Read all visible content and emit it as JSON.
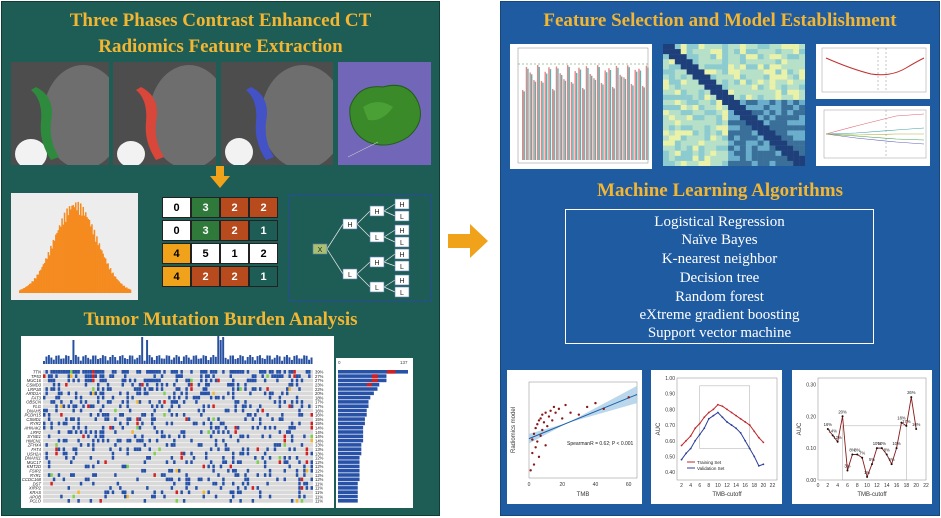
{
  "left_panel": {
    "title_line1": "Three Phases Contrast Enhanced CT",
    "title_line2": "Radiomics Feature Extraction",
    "section2_title": "Tumor Mutation Burden Analysis",
    "matrix": [
      [
        "0",
        "3",
        "2",
        "2"
      ],
      [
        "0",
        "3",
        "2",
        "1"
      ],
      [
        "4",
        "5",
        "1",
        "2"
      ],
      [
        "4",
        "2",
        "2",
        "1"
      ]
    ],
    "matrix_colors": [
      [
        "#ffffff",
        "#2f7a3a",
        "#b84b1d",
        "#b84b1d"
      ],
      [
        "#ffffff",
        "#2f7a3a",
        "#b84b1d",
        "#1e5d55"
      ],
      [
        "#f0a21a",
        "#ffffff",
        "#ffffff",
        "#ffffff"
      ],
      [
        "#f0a21a",
        "#b84b1d",
        "#b84b1d",
        "#1e5d55"
      ]
    ],
    "tree": {
      "root": "X",
      "level1": [
        "H",
        "L"
      ],
      "level2": [
        "H",
        "L",
        "H",
        "L"
      ],
      "level3": [
        "H",
        "L",
        "H",
        "L",
        "H",
        "L",
        "H",
        "L"
      ]
    },
    "oncoplot_genes": [
      "TTN",
      "TP53",
      "MUC16",
      "CSMD3",
      "LRP1B",
      "ARID1A",
      "FAT3",
      "OBSCN",
      "FLG",
      "DNAH5",
      "PCDH15",
      "CSMD1",
      "RYR2",
      "AHNAK2",
      "LRP2",
      "SYNE1",
      "HMCN1",
      "ZFHX4",
      "FAT4",
      "USH2A",
      "DNAH11",
      "MUC17",
      "KMT2D",
      "FSIP2",
      "RYR1",
      "CCDC168",
      "DST",
      "XIRP2",
      "KRAS",
      "APOB",
      "PCLO"
    ],
    "oncoplot_pcts": [
      "39%",
      "27%",
      "27%",
      "23%",
      "22%",
      "20%",
      "18%",
      "17%",
      "17%",
      "16%",
      "16%",
      "15%",
      "15%",
      "14%",
      "14%",
      "14%",
      "14%",
      "13%",
      "13%",
      "13%",
      "12%",
      "12%",
      "12%",
      "12%",
      "12%",
      "12%",
      "11%",
      "11%",
      "11%",
      "11%",
      "11%"
    ],
    "oncoplot_axis": [
      "0",
      "137"
    ]
  },
  "right_panel": {
    "title": "Feature Selection and Model Establishment",
    "ml_title": "Machine Learning Algorithms",
    "algorithms": [
      "Logistical Regression",
      "Naïve Bayes",
      "K-nearest neighbor",
      "Decision tree",
      "Random forest",
      "eXtreme gradient boosting",
      "Support vector machine"
    ]
  },
  "colors": {
    "left_bg": "#1e5d55",
    "right_bg": "#1f5ba1",
    "title_gold": "#f2b632",
    "arrow_orange": "#f0a21a"
  },
  "chart_data": [
    {
      "type": "scatter",
      "xlabel": "TMB",
      "ylabel": "Radiomics model",
      "annotation": "SpearmanR = 0.62; P < 0.001",
      "x_ticks": [
        "0",
        "20",
        "40",
        "60"
      ],
      "xlim": [
        0,
        65
      ],
      "x": [
        1,
        2,
        2,
        3,
        3,
        4,
        4,
        5,
        5,
        6,
        6,
        7,
        7,
        8,
        8,
        9,
        10,
        10,
        11,
        12,
        13,
        14,
        15,
        16,
        18,
        20,
        22,
        25,
        30,
        35,
        40,
        45,
        60
      ],
      "y": [
        -2.1,
        -1.2,
        -0.5,
        -1.8,
        -0.2,
        -0.9,
        0.1,
        -0.6,
        0.3,
        -1.4,
        0.5,
        -0.3,
        0.6,
        0.0,
        0.8,
        0.4,
        -0.8,
        0.9,
        0.2,
        0.7,
        1.0,
        0.5,
        1.2,
        0.9,
        1.1,
        0.6,
        1.3,
        0.9,
        0.8,
        1.2,
        1.4,
        1.1,
        1.7
      ]
    },
    {
      "type": "line",
      "xlabel": "TMB-cutoff",
      "ylabel": "AUC",
      "x": [
        2,
        3,
        4,
        5,
        6,
        7,
        8,
        9,
        10,
        11,
        12,
        13,
        14,
        15,
        16,
        17,
        18,
        19,
        20
      ],
      "x_ticks": [
        "2",
        "4",
        "6",
        "8",
        "10",
        "12",
        "14",
        "16",
        "18",
        "20",
        "22"
      ],
      "y_ticks": [
        "0.40",
        "0.50",
        "0.60",
        "0.70",
        "0.80",
        "0.90",
        "1.00"
      ],
      "ylim": [
        0.35,
        1.0
      ],
      "series": [
        {
          "name": "Training Set",
          "values": [
            0.57,
            0.6,
            0.63,
            0.68,
            0.71,
            0.75,
            0.78,
            0.8,
            0.83,
            0.82,
            0.8,
            0.78,
            0.76,
            0.74,
            0.72,
            0.7,
            0.66,
            0.62,
            0.59
          ],
          "color": "#c0272d"
        },
        {
          "name": "Validation Set",
          "values": [
            0.48,
            0.52,
            0.55,
            0.6,
            0.64,
            0.68,
            0.74,
            0.76,
            0.78,
            0.75,
            0.72,
            0.7,
            0.68,
            0.65,
            0.6,
            0.55,
            0.5,
            0.44,
            0.45
          ],
          "color": "#2d3d9b"
        }
      ]
    },
    {
      "type": "line",
      "xlabel": "TMB-cutoff",
      "ylabel": "AUC",
      "x": [
        2,
        3,
        4,
        5,
        6,
        7,
        8,
        9,
        10,
        11,
        12,
        13,
        14,
        15,
        16,
        17,
        18,
        19,
        20
      ],
      "x_ticks": [
        "0",
        "2",
        "4",
        "6",
        "8",
        "10",
        "12",
        "14",
        "16",
        "18",
        "20",
        "22"
      ],
      "y_ticks": [
        "0.00",
        "0.10",
        "0.20",
        "0.30"
      ],
      "ylim": [
        0,
        0.32
      ],
      "point_labels": [
        "16%",
        "14%",
        "12%",
        "20%",
        "3%",
        "8%",
        "8%",
        "7%",
        "1%",
        "5%",
        "10%",
        "10%",
        "8%",
        "5%",
        "10%",
        "18%",
        "17%",
        "26%",
        "16%"
      ],
      "values": [
        0.16,
        0.14,
        0.12,
        0.2,
        0.03,
        0.08,
        0.08,
        0.07,
        0.01,
        0.05,
        0.1,
        0.1,
        0.08,
        0.05,
        0.1,
        0.18,
        0.17,
        0.26,
        0.16
      ]
    }
  ]
}
